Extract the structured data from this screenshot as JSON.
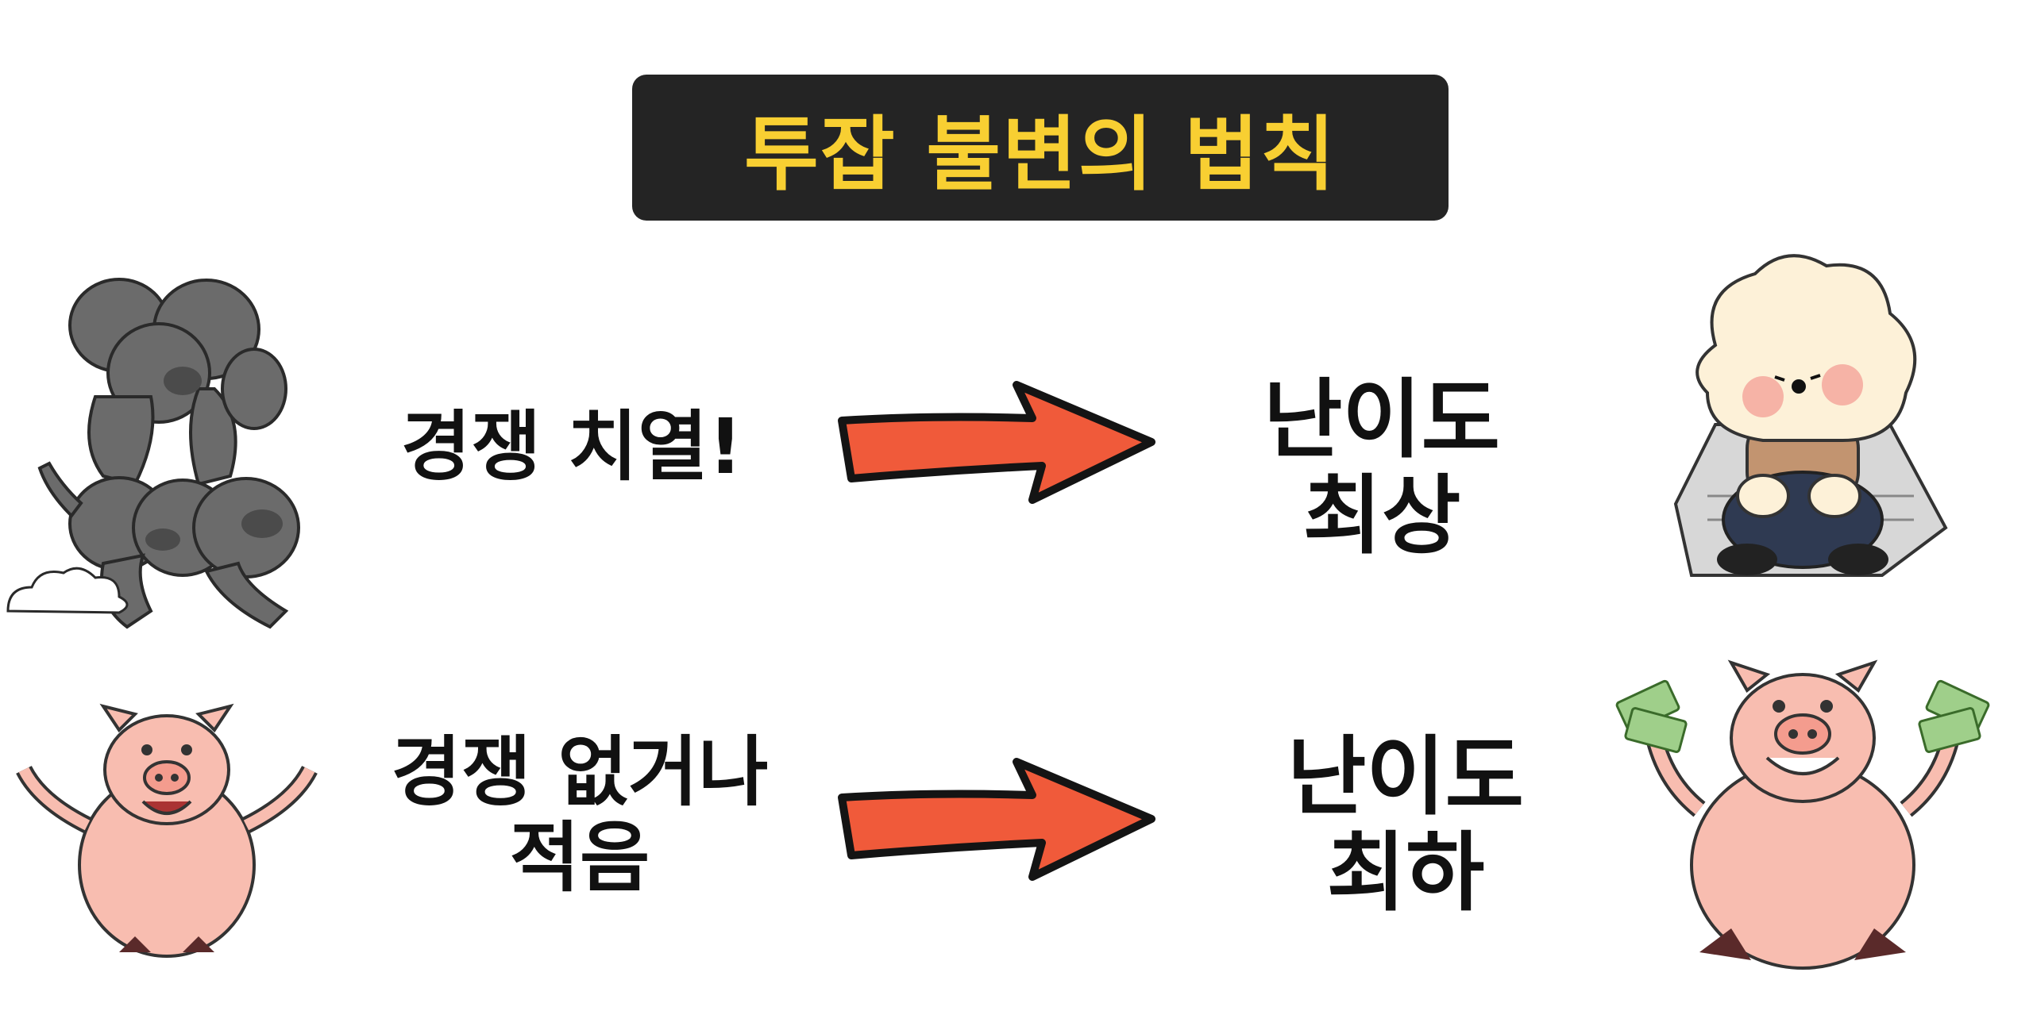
{
  "title": "투잡 불변의 법칙",
  "rows": [
    {
      "condition": "경쟁 치열!",
      "result_line1": "난이도",
      "result_line2": "최상"
    },
    {
      "condition_line1": "경쟁 없거나",
      "condition_line2": "적음",
      "result_line1": "난이도",
      "result_line2": "최하"
    }
  ],
  "colors": {
    "title_bg": "#242424",
    "title_text": "#f8cf32",
    "arrow_fill": "#f05a3a",
    "crowd_gray": "#6b6b6b",
    "pig_pink": "#f8bdb0",
    "dog_cream": "#fdf1d8"
  },
  "icons": [
    "crowd-illustration",
    "pig-illustration",
    "dog-illustration",
    "pig-with-money-illustration",
    "right-arrow-icon"
  ]
}
